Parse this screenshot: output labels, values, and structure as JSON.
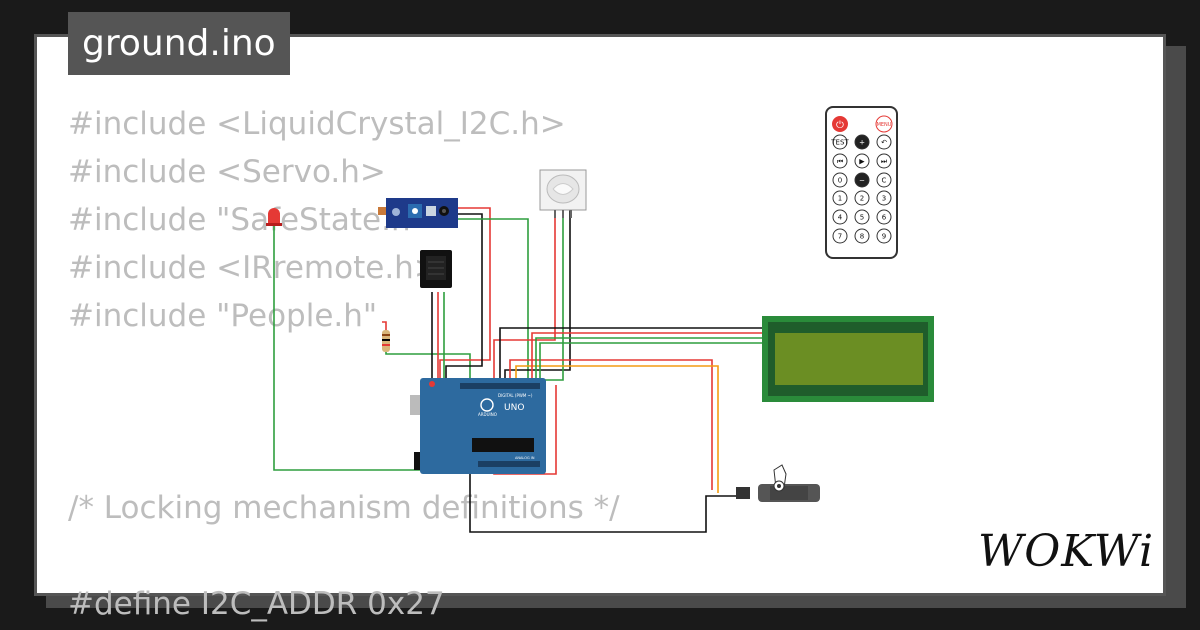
{
  "project": {
    "title": "ground.ino"
  },
  "code_lines": [
    "#include <LiquidCrystal_I2C.h>",
    "#include <Servo.h>",
    "#include \"SafeState.h\"",
    "#include <IRremote.h>",
    "#include \"People.h\"",
    "",
    "",
    "",
    "/* Locking mechanism definitions */",
    "",
    "#define I2C_ADDR 0x27"
  ],
  "brand": {
    "logo_text": "WOKWi"
  },
  "board": {
    "name": "UNO",
    "brand": "ARDUINO",
    "header_label": "DIGITAL (PWM ~)",
    "analog_label": "ANALOG IN"
  },
  "remote": {
    "top_row": [
      "",
      "MENU"
    ],
    "row2": [
      "TEST",
      "+",
      "↶"
    ],
    "row3": [
      "⏮",
      "▶",
      "⏭"
    ],
    "row4": [
      "0",
      "−",
      "C"
    ],
    "digits": [
      "1",
      "2",
      "3",
      "4",
      "5",
      "6",
      "7",
      "8",
      "9"
    ]
  },
  "colors": {
    "wire_red": "#e53935",
    "wire_green": "#2e9e3e",
    "wire_black": "#111111",
    "wire_orange": "#f39c12",
    "lcd_green": "#2a8b3a",
    "lcd_screen": "#6b8e23",
    "board_blue": "#2d6a9f"
  }
}
